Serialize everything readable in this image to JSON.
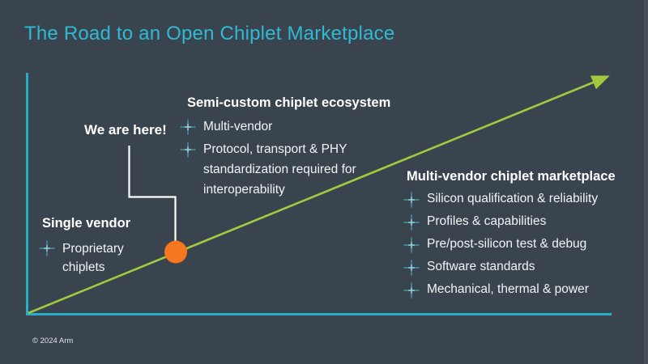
{
  "title": "The Road to an Open Chiplet Marketplace",
  "annotation": {
    "label": "We are here!"
  },
  "stages": {
    "single_vendor": {
      "heading": "Single vendor",
      "items": [
        "Proprietary chiplets"
      ]
    },
    "semi_custom": {
      "heading": "Semi-custom chiplet ecosystem",
      "items": [
        "Multi-vendor",
        "Protocol, transport & PHY standardization required for interoperability"
      ]
    },
    "marketplace": {
      "heading": "Multi-vendor chiplet marketplace",
      "items": [
        "Silicon qualification & reliability",
        "Profiles & capabilities",
        "Pre/post-silicon test & debug",
        "Software standards",
        "Mechanical, thermal & power"
      ]
    }
  },
  "footer": {
    "copyright": "© 2024 Arm"
  },
  "icons": {
    "bullet": "plus-icon",
    "arrow": "growth-arrow"
  },
  "colors": {
    "background": "#3A444F",
    "title_cyan": "#2FB9D3",
    "axis_cyan": "#26AEC6",
    "arrow_green": "#A3C93F",
    "marker_orange": "#F5781F",
    "bullet_icon_teal": "#4193A9",
    "connector_white": "#FFFFFF"
  }
}
